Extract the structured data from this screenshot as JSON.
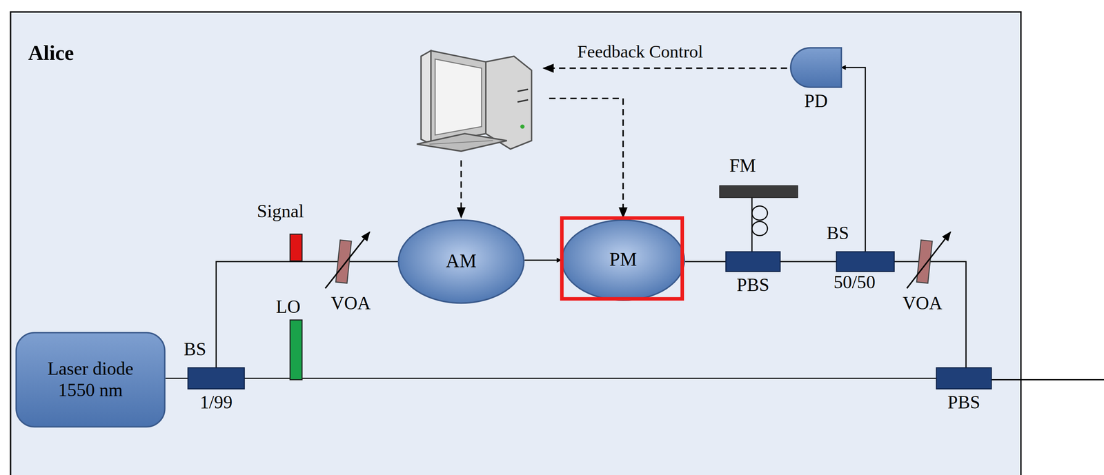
{
  "diagram": {
    "nodes": [
      {
        "text": [
          "Laser diode 1550 nm"
        ]
      },
      {
        "text": [
          "BS",
          "1/99"
        ]
      },
      {
        "text": [
          "AM"
        ]
      },
      {
        "text": [
          "PM"
        ]
      },
      {
        "text": [
          "PBS"
        ]
      },
      {
        "text": [
          "BS",
          "50/50"
        ]
      },
      {
        "text": [
          "PBS"
        ]
      },
      {
        "text": [
          "PD"
        ]
      }
    ],
    "edges": [
      {
        "from": 0,
        "to": 1,
        "arrow": "none"
      },
      {
        "from": 1,
        "to": 2,
        "arrow": "none"
      },
      {
        "from": 2,
        "to": 3,
        "arrow": "to"
      },
      {
        "from": 3,
        "to": 4,
        "arrow": "none"
      },
      {
        "from": 4,
        "to": 5,
        "arrow": "none"
      },
      {
        "from": 5,
        "to": 7,
        "arrow": "to"
      },
      {
        "from": 5,
        "to": 6,
        "arrow": "none"
      },
      {
        "from": 1,
        "to": 6,
        "arrow": "none"
      }
    ],
    "labels": [
      "Alice",
      "Signal",
      "LO",
      "VOA",
      "FM",
      "VOA",
      "Feedback Control"
    ]
  }
}
